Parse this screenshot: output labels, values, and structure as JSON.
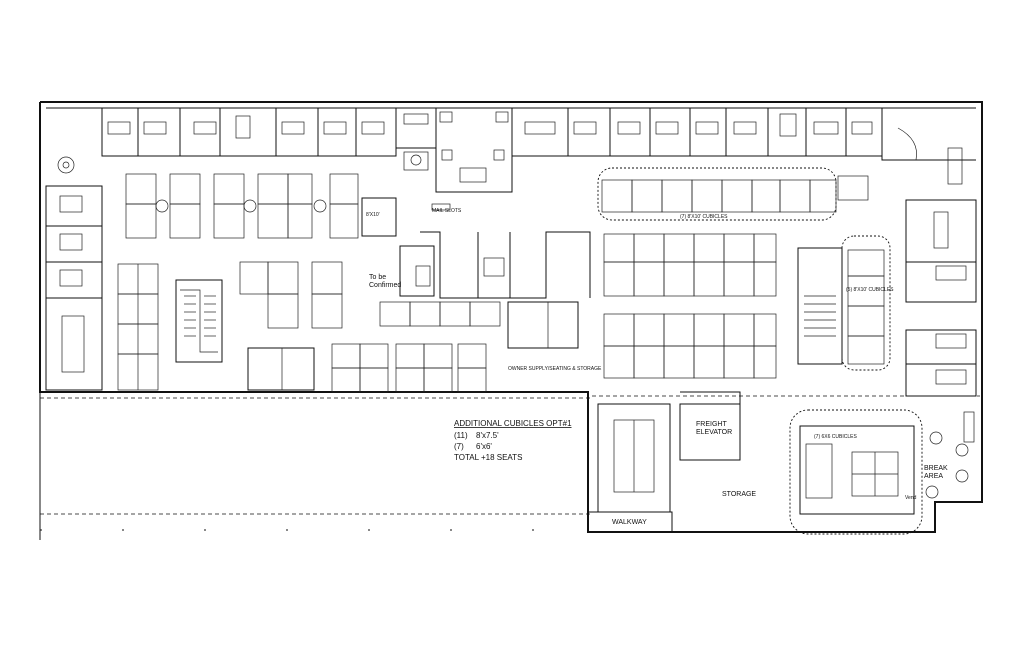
{
  "labels": {
    "to_be_confirmed_1": "To be",
    "to_be_confirmed_2": "Confirmed",
    "freight_1": "FREIGHT",
    "freight_2": "ELEVATOR",
    "storage": "STORAGE",
    "walkway": "WALKWAY",
    "break_1": "BREAK",
    "break_2": "AREA",
    "vend": "Vend",
    "cubicles_top": "(7) 8'X10' CUBICLES",
    "cubicles_right": "(5) 8'X10' CUBICLES",
    "cubicles_bottom": "(7) 6X6 CUBICLES",
    "small_1": "8'X10'",
    "small_2": "MAIL SLOTS",
    "small_3": "OWNER SUPPLY/SEATING & STORAGE"
  },
  "notes": {
    "title": "ADDITIONAL CUBICLES OPT#1",
    "line1_count": "(11)",
    "line1_size": "8'x7.5'",
    "line2_count": "(7)",
    "line2_size": "6'x6'",
    "total": "TOTAL +18 SEATS"
  }
}
